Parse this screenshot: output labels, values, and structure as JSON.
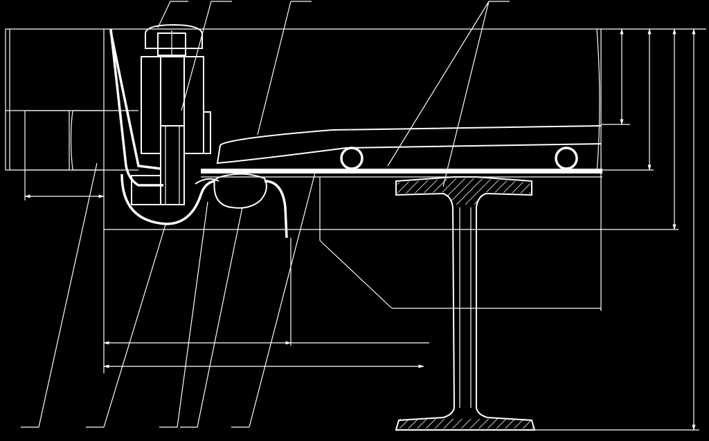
{
  "title": "",
  "colors": {
    "background": "#000000",
    "line": "#ffffff"
  },
  "parts": [
    "leader-lines-top",
    "cap-screw",
    "cover-plate",
    "rollers",
    "floor-plate",
    "i-beam",
    "rubber-seal",
    "bent-sheet-profile",
    "dimension-lines"
  ]
}
